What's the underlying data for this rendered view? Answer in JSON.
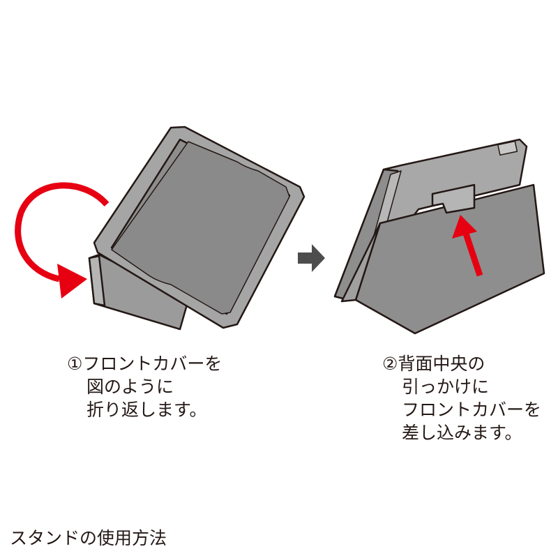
{
  "title": "スタンドの使用方法",
  "steps": [
    {
      "lines": [
        "①フロントカバーを",
        "図のように",
        "折り返します。"
      ]
    },
    {
      "lines": [
        "②背面中央の",
        "引っかけに",
        "フロントカバーを",
        "差し込みます。"
      ]
    }
  ],
  "colors": {
    "arrow_red": "#e60012",
    "cover_gray": "#a0a0a0",
    "screen_gray": "#8a8a8a",
    "outline": "#231815",
    "next_arrow": "#4d4d4d"
  },
  "icons": [
    "curved-fold-arrow",
    "next-step-arrow",
    "insert-arrow"
  ]
}
